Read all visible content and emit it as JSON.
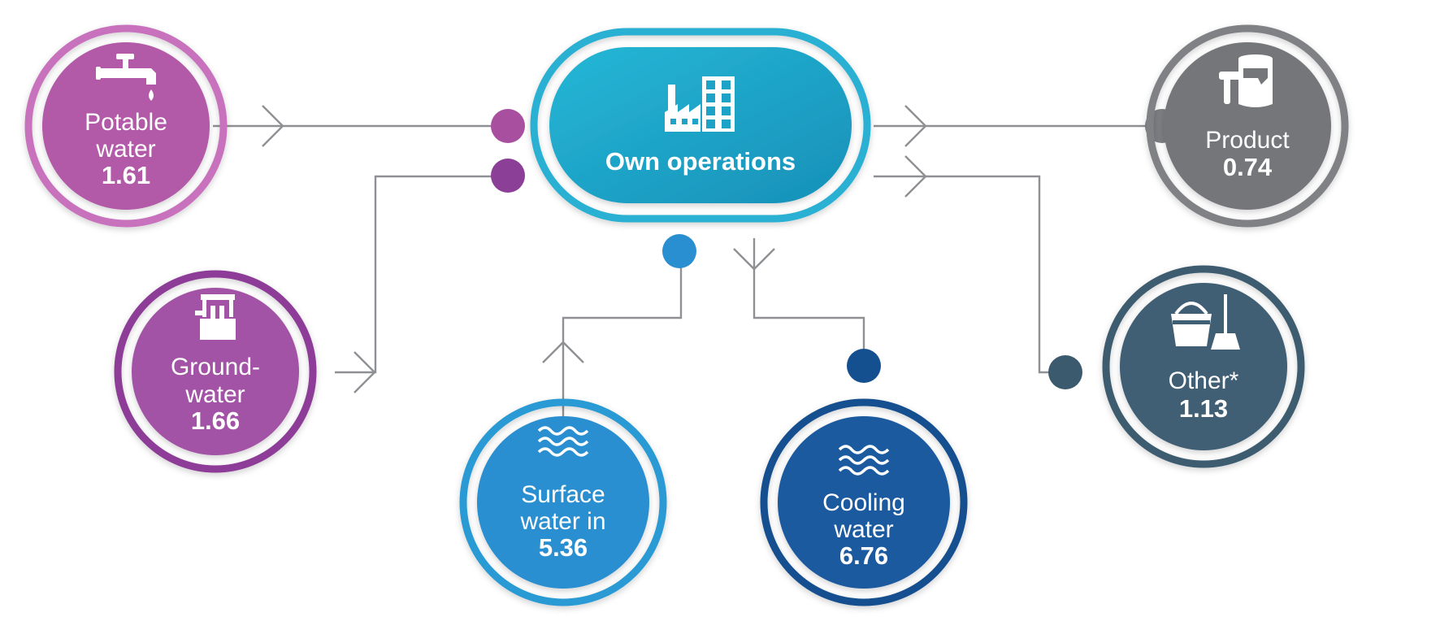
{
  "colors": {
    "potable": "#c36cb6",
    "groundwater": "#8b3f96",
    "surface": "#2d9fd6",
    "cooling": "#14508f",
    "operations": "#1eb4d2",
    "product": "#7d7e82",
    "other": "#3b5a6e",
    "connector": "#8f9094"
  },
  "center": {
    "label": "Own operations",
    "icon": "factory-icon"
  },
  "nodes": {
    "potable": {
      "name_lines": [
        "Potable",
        "water"
      ],
      "value": "1.61",
      "icon": "tap-icon"
    },
    "groundwater": {
      "name_lines": [
        "Ground-",
        "water"
      ],
      "value": "1.66",
      "icon": "well-icon"
    },
    "surface": {
      "name_lines": [
        "Surface",
        "water in"
      ],
      "value": "5.36",
      "icon": "waves-icon"
    },
    "cooling": {
      "name_lines": [
        "Cooling",
        "water"
      ],
      "value": "6.76",
      "icon": "waves-icon"
    },
    "product": {
      "name_lines": [
        "Product"
      ],
      "value": "0.74",
      "icon": "paint-bucket-icon"
    },
    "other": {
      "name_lines": [
        "Other*"
      ],
      "value": "1.13",
      "icon": "cleaning-bucket-icon"
    }
  }
}
